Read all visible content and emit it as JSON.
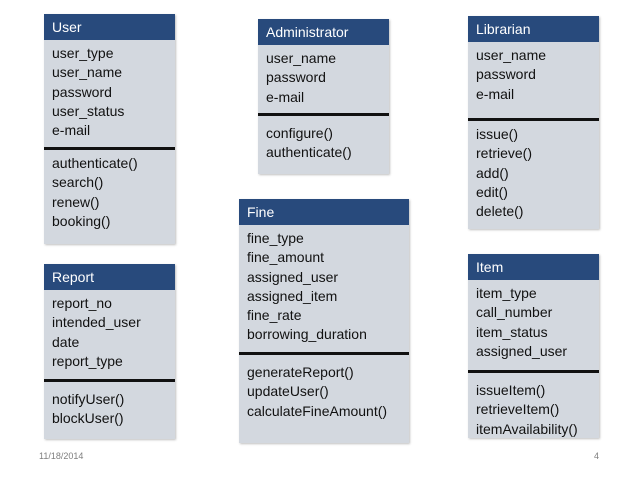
{
  "classes": {
    "user": {
      "name": "User",
      "attributes": [
        "user_type",
        "user_name",
        "password",
        "user_status",
        "e-mail"
      ],
      "methods": [
        "authenticate()",
        "search()",
        "renew()",
        "booking()"
      ]
    },
    "administrator": {
      "name": "Administrator",
      "attributes": [
        "user_name",
        "password",
        "e-mail"
      ],
      "methods": [
        "configure()",
        "authenticate()"
      ]
    },
    "librarian": {
      "name": "Librarian",
      "attributes": [
        "user_name",
        "password",
        "e-mail"
      ],
      "methods": [
        "issue()",
        "retrieve()",
        "add()",
        "edit()",
        "delete()"
      ]
    },
    "fine": {
      "name": "Fine",
      "attributes": [
        "fine_type",
        "fine_amount",
        "assigned_user",
        "assigned_item",
        "fine_rate",
        "borrowing_duration"
      ],
      "methods": [
        "generateReport()",
        "updateUser()",
        "calculateFineAmount()"
      ]
    },
    "report": {
      "name": "Report",
      "attributes": [
        "report_no",
        "intended_user",
        "date",
        "report_type"
      ],
      "methods": [
        "notifyUser()",
        "blockUser()"
      ]
    },
    "item": {
      "name": "Item",
      "attributes": [
        "item_type",
        "call_number",
        "item_status",
        "assigned_user"
      ],
      "methods": [
        "issueItem()",
        "retrieveItem()",
        "itemAvailability()"
      ]
    }
  },
  "footer": {
    "date": "11/18/2014",
    "page_number": "4"
  },
  "colors": {
    "header_fill": "#284a7c",
    "body_fill": "#d3d8df",
    "divider": "#111111"
  }
}
